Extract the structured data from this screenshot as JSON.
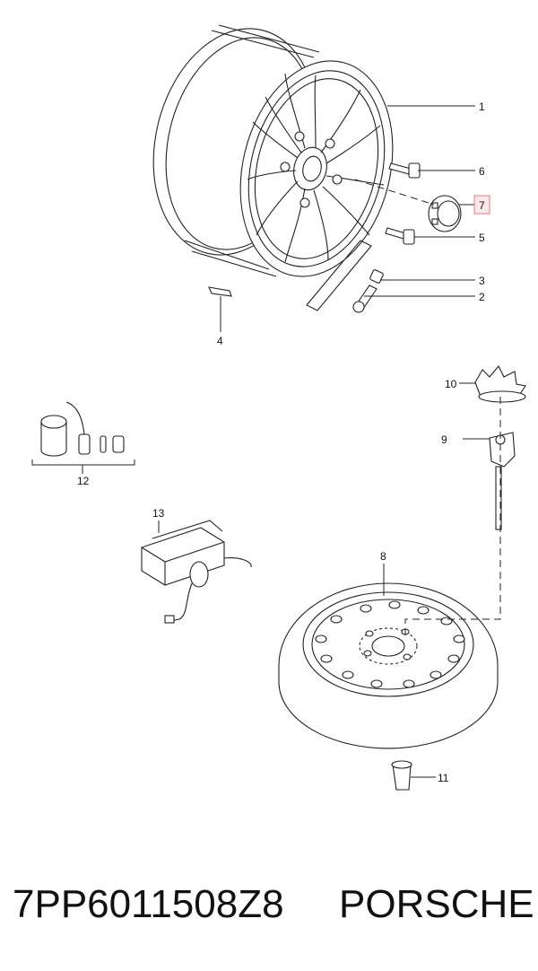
{
  "callouts": [
    {
      "id": "1",
      "label": "1",
      "highlighted": false
    },
    {
      "id": "2",
      "label": "2",
      "highlighted": false
    },
    {
      "id": "3",
      "label": "3",
      "highlighted": false
    },
    {
      "id": "4",
      "label": "4",
      "highlighted": false
    },
    {
      "id": "5",
      "label": "5",
      "highlighted": false
    },
    {
      "id": "6",
      "label": "6",
      "highlighted": false
    },
    {
      "id": "7",
      "label": "7",
      "highlighted": true
    },
    {
      "id": "8",
      "label": "8",
      "highlighted": false
    },
    {
      "id": "9",
      "label": "9",
      "highlighted": false
    },
    {
      "id": "10",
      "label": "10",
      "highlighted": false
    },
    {
      "id": "11",
      "label": "11",
      "highlighted": false
    },
    {
      "id": "12",
      "label": "12",
      "highlighted": false
    },
    {
      "id": "13",
      "label": "13",
      "highlighted": false
    }
  ],
  "highlight_color": "#e87a80",
  "footer": {
    "part_number": "7PP6011508Z8",
    "brand": "PORSCHE"
  }
}
